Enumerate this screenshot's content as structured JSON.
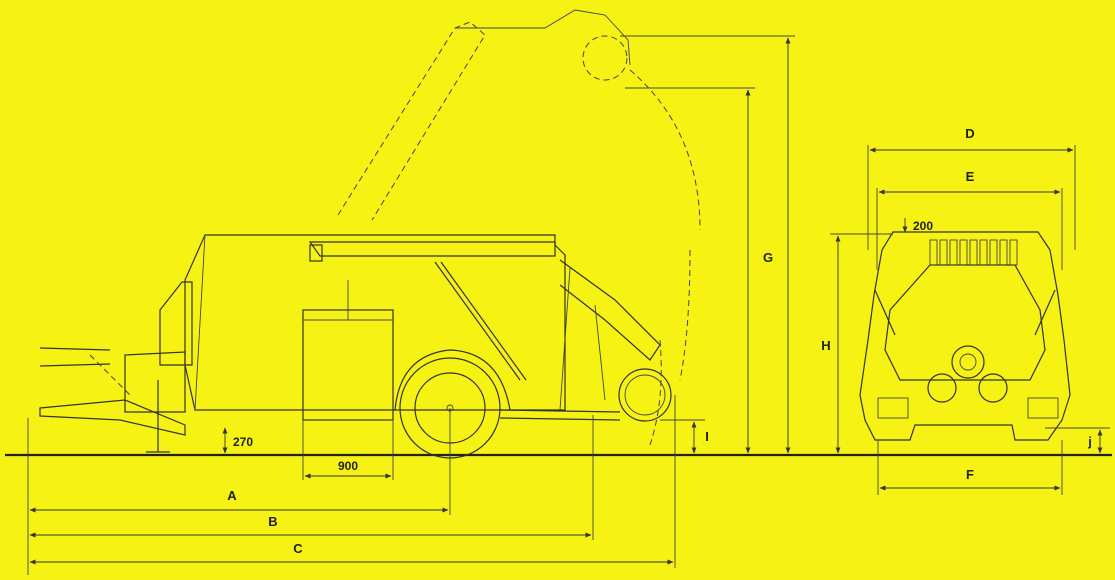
{
  "diagram": {
    "background_color": "#f6f314",
    "line_color": "#333333",
    "dimension_labels": {
      "A": "A",
      "B": "B",
      "C": "C",
      "D": "D",
      "E": "E",
      "F": "F",
      "G": "G",
      "H": "H",
      "I": "I",
      "j": "j"
    },
    "measurements": {
      "drawbar_height": "270",
      "drum_width": "900",
      "top_offset": "200"
    }
  }
}
